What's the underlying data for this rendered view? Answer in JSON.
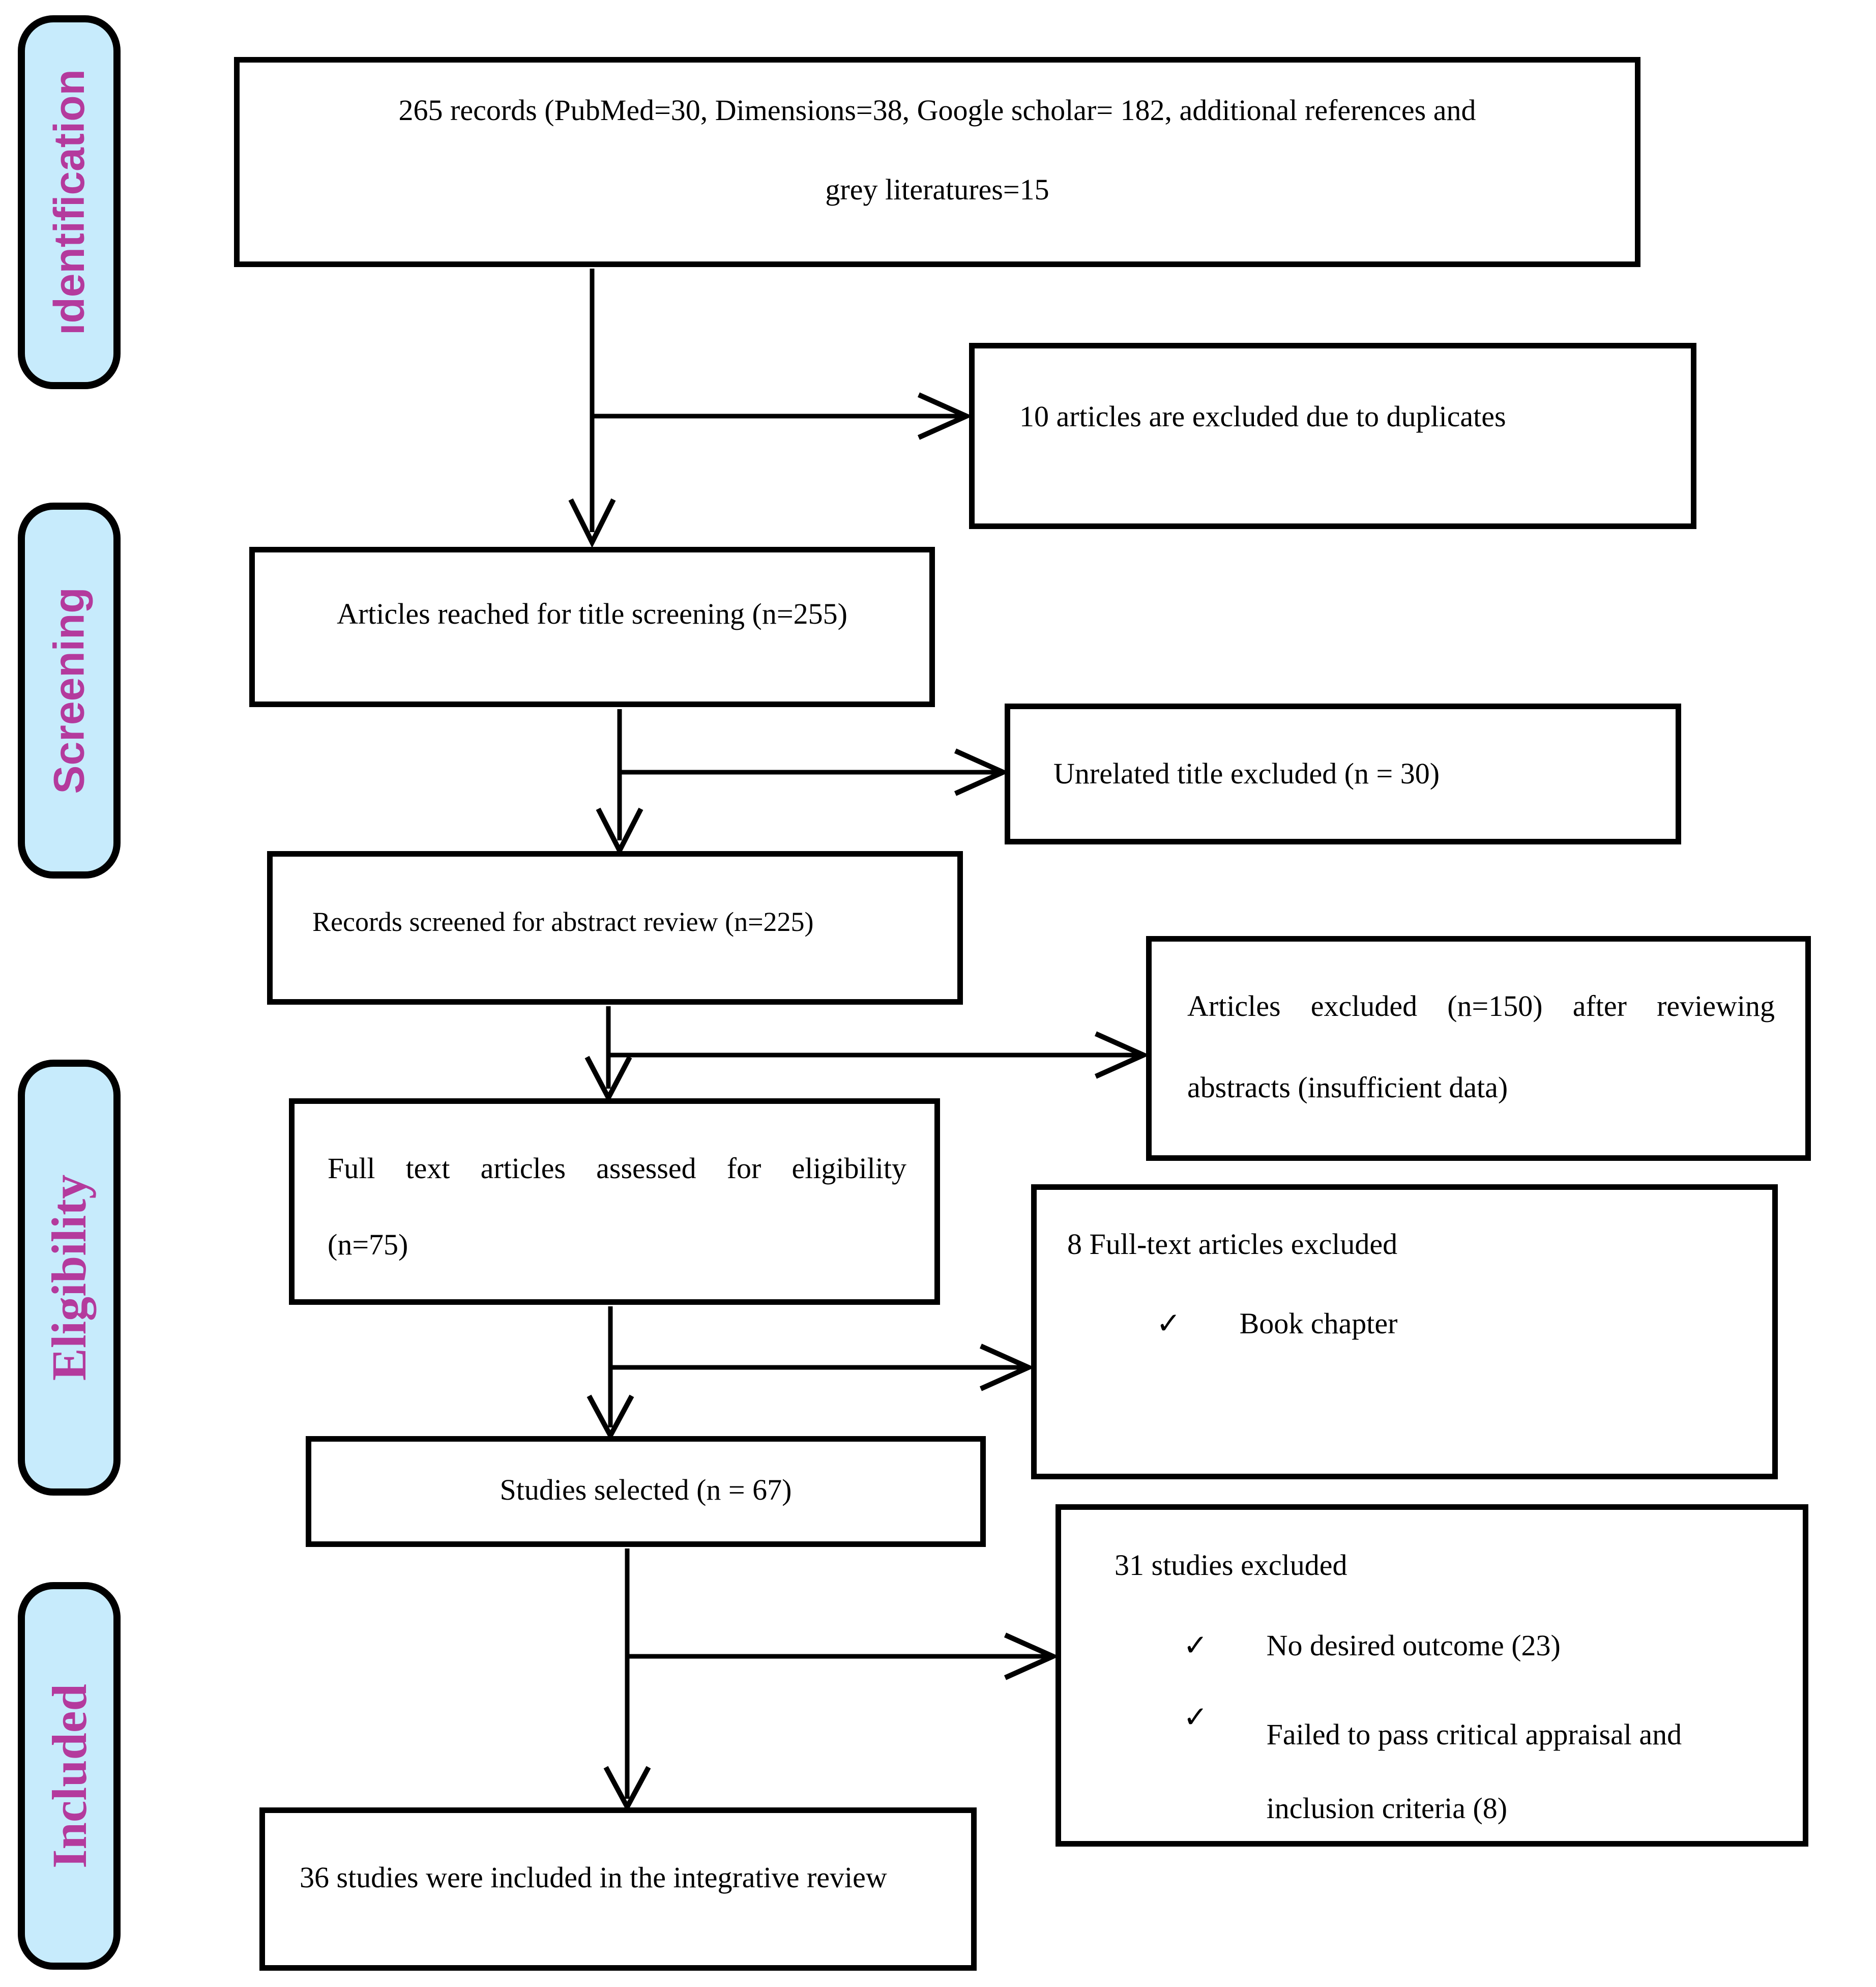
{
  "colors": {
    "sidebar_fill": "#c7ebfc",
    "sidebar_text": "#b43a9d",
    "box_border": "#000000",
    "background": "#ffffff"
  },
  "icons": {
    "checkmark": "✓"
  },
  "sidebar": {
    "stages": [
      {
        "label": "ıdentification"
      },
      {
        "label": "Screening"
      },
      {
        "label": "Eligibility"
      },
      {
        "label": "Included"
      }
    ]
  },
  "flow": {
    "records": {
      "line1": "265 records (PubMed=30, Dimensions=38, Google scholar= 182, additional references and",
      "line2": "grey literatures=15"
    },
    "duplicates_excluded": "10 articles are excluded due to duplicates",
    "title_screening": "Articles reached for title screening (n=255)",
    "unrelated_title": "Unrelated title excluded (n = 30)",
    "abstract_review": "Records screened for abstract review (n=225)",
    "abstract_excluded": {
      "line1": "Articles excluded (n=150) after reviewing",
      "line2": "abstracts (insufficient data)"
    },
    "full_text": {
      "line1": "Full text articles assessed for eligibility",
      "line2": "(n=75)"
    },
    "full_text_excluded": {
      "title": "8 Full-text articles excluded",
      "items": [
        "Book chapter"
      ]
    },
    "studies_selected": "Studies selected (n = 67)",
    "studies_excluded": {
      "title": "31 studies excluded",
      "items": [
        "No desired outcome (23)",
        "Failed to pass critical appraisal and inclusion criteria (8)"
      ]
    },
    "included": "36 studies were included in the integrative review"
  }
}
